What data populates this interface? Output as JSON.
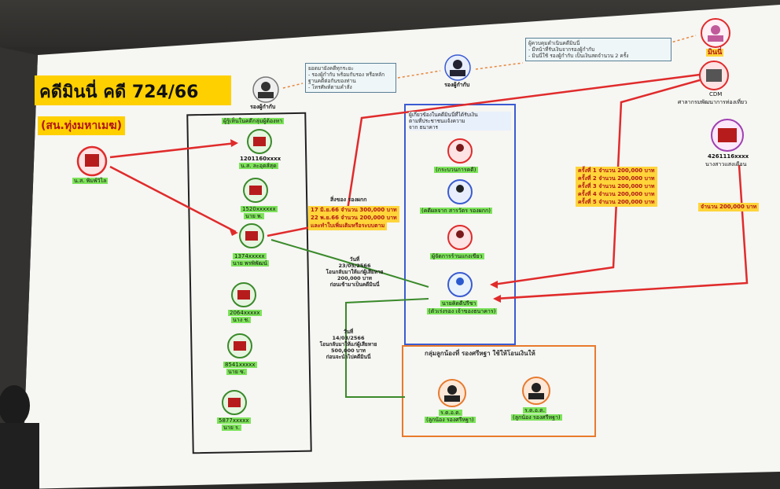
{
  "title": "คดีมินนี่ คดี 724/66",
  "subtitle": "(สน.ทุ่งมหาเมฆ)",
  "people": {
    "top_left_officer": "รองผู้กำกับ",
    "top_officer": "รองผู้กำกับ",
    "minnie": "มินนี่",
    "cdm": "CDM",
    "cdm_sub": "ศาลากรมพัฒนาการท่องเที่ยว",
    "account_426": "4261116xxxx",
    "account_426_sub": "นางสาวแสงเดือน",
    "victim": "น.ส. พิมพ์วิไล"
  },
  "notes": {
    "top_left": "ยอดมายังคดีทุกระยะ\n- รองผู้กำกับ พร้อมกับรอง หรือหลักฐานคดีต่อกันของท่าน\n- โทรศัพท์ตามคำสั่ง",
    "top_right": "ผู้ควบคุมดำเนินคดีมินนี่\n- มีหน้าที่รับเงินจากรองผู้กำกับ\n- มินนี่ใช้ รองผู้กำกับ เป็นเงินสดจำนวน 2 ครั้ง",
    "transfer_1": "วันที่\n23/05/2566\nโอนกลับมาให้แก่ผู้เสียหาย\n200,000 บาท\nก่อนเข้ามาเป็นคดีมินนี่",
    "transfer_2": "วันที่\n14/03/2566\nโอนกลับมาให้แก่ผู้เสียหาย\n500,000 บาท\nก่อนจะนำไปคดีมินนี่",
    "blue_header": "ผู้เกี่ยวข้องในคดีมินนี่ที่ได้รับเงิน\nตามที่ประชาชนแจ้งความ\nจาก ธนาคาร"
  },
  "accounts": [
    {
      "number": "1201160xxxx",
      "name": "น.ส. ละอุตส์สุด"
    },
    {
      "number": "1520xxxxxx",
      "name": "นาย พ."
    },
    {
      "number": "1374xxxxx",
      "name": "นาย พรพิพัฒน์"
    },
    {
      "number": "2064xxxxx",
      "name": "นาง ช."
    },
    {
      "number": "8541xxxxx",
      "name": "นาย ซ."
    },
    {
      "number": "5877xxxxx",
      "name": "นาย ร."
    }
  ],
  "accounts_header": "ผู้รู้เห็นในคดีกลุ่มผู้ต้องหา",
  "suspects": [
    {
      "label": "(กระบวนการคดี)"
    },
    {
      "label": "(คดีผลจาก สารวัตร รองผกก)"
    },
    {
      "label": "ผู้จัดการร้านแกงเขียว"
    },
    {
      "label": "นายคิดดีปรีชา",
      "sub": "(ตัวเร่งรอง เจ้าของธนาคาร)"
    }
  ],
  "yellow_left": [
    "17 มิ.ย.66 จำนวน 300,000 บาท",
    "22 พ.ย.66 จำนวน 200,000 บาท",
    "และทำใบเพิ่มเติมหรือระบบตาม"
  ],
  "yellow_left_header": "สิ่งของ รองผกก",
  "yellow_right": [
    "ครั้งที่ 1 จำนวน 200,000 บาท",
    "ครั้งที่ 2 จำนวน 200,000 บาท",
    "ครั้งที่ 3 จำนวน 200,000 บาท",
    "ครั้งที่ 4 จำนวน 200,000 บาท",
    "ครั้งที่ 5 จำนวน 200,000 บาท"
  ],
  "yellow_bottom_right": "จำนวน 200,000 บาท",
  "orange_box_title": "กลุ่มลูกน้องที่ รองศรีหฐา ใช้ให้โอนเงินให้",
  "subordinates": [
    {
      "rank": "ร.ต.อ.ต.",
      "name": "(ลูกน้อง รองศรีหฐา)"
    },
    {
      "rank": "ร.ต.อ.ต.",
      "name": "(ลูกน้อง รองศรีหฐา)"
    }
  ],
  "colors": {
    "title_yellow": "#ffd000",
    "arrow_red": "#e02b2b",
    "arrow_green": "#3a8a2a",
    "blue_box": "#3a5bd1",
    "orange_box": "#e87a2c"
  }
}
